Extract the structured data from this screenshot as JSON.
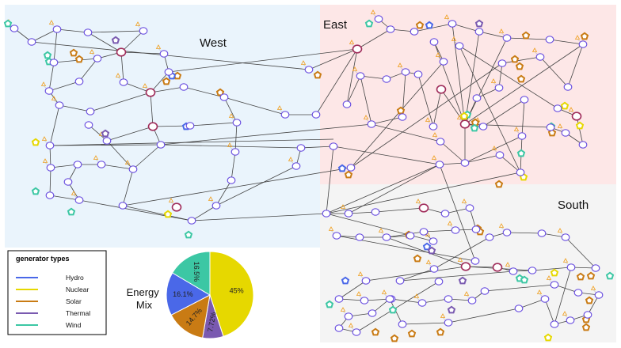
{
  "regions": [
    {
      "name": "West",
      "color": "#eaf4fc"
    },
    {
      "name": "East",
      "color": "#fde7e7"
    },
    {
      "name": "South",
      "color": "#f4f4f4"
    }
  ],
  "legend": {
    "title": "generator types",
    "items": [
      {
        "label": "Hydro",
        "color": "#4a68e8"
      },
      {
        "label": "Nuclear",
        "color": "#e6d800"
      },
      {
        "label": "Solar",
        "color": "#c97b14"
      },
      {
        "label": "Thermal",
        "color": "#7a5ab0"
      },
      {
        "label": "Wind",
        "color": "#3cc7a4"
      }
    ]
  },
  "chart_data": {
    "type": "pie",
    "title": "Energy Mix",
    "slices": [
      {
        "label": "45%",
        "category": "Nuclear",
        "value": 45,
        "color": "#e6d800"
      },
      {
        "label": "7.72%",
        "category": "Thermal",
        "value": 7.72,
        "color": "#7a5ab0"
      },
      {
        "label": "14.7%",
        "category": "Solar",
        "value": 14.7,
        "color": "#c97b14"
      },
      {
        "label": "16.1%",
        "category": "Hydro",
        "value": 16.1,
        "color": "#4a68e8"
      },
      {
        "label": "16.5%",
        "category": "Wind",
        "value": 16.5,
        "color": "#3cc7a4"
      }
    ]
  },
  "network_colors": {
    "bus_fill": "#ffffff",
    "bus_stroke": "#6a4fe0",
    "line": "#444444",
    "load": "#f0a020"
  }
}
